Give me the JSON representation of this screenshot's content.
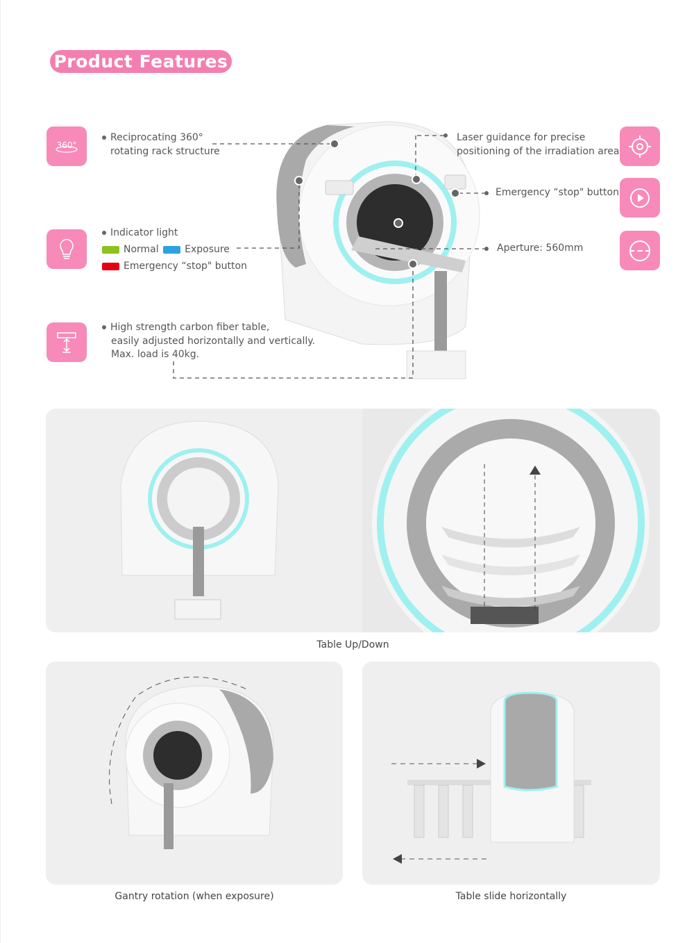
{
  "header": {
    "title": "Product Features"
  },
  "features": {
    "rotation": {
      "line1": "Reciprocating 360°",
      "line2": "rotating rack structure",
      "icon": "rotation-360-icon",
      "icon_text": "360°"
    },
    "indicator": {
      "title": "Indicator light",
      "normal": "Normal",
      "exposure": "Exposure",
      "emergency": "Emergency “stop\" button",
      "colors": {
        "normal": "#8cc21f",
        "exposure": "#2aa3e0",
        "emergency": "#e60012"
      }
    },
    "table": {
      "line1": "High strength carbon fiber table,",
      "line2": "easily adjusted horizontally and vertically.",
      "line3": "Max. load is 40kg."
    },
    "laser": {
      "line1": "Laser guidance for precise",
      "line2": "positioning of the irradiation area"
    },
    "stop": {
      "label": "Emergency “stop\" button"
    },
    "aperture": {
      "label": "Aperture: 560mm"
    }
  },
  "captions": {
    "updown": "Table Up/Down",
    "gantry": "Gantry rotation (when exposure)",
    "slide": "Table slide horizontally"
  },
  "colors": {
    "accent": "#f78ab8",
    "glow": "#8fe6ea"
  }
}
